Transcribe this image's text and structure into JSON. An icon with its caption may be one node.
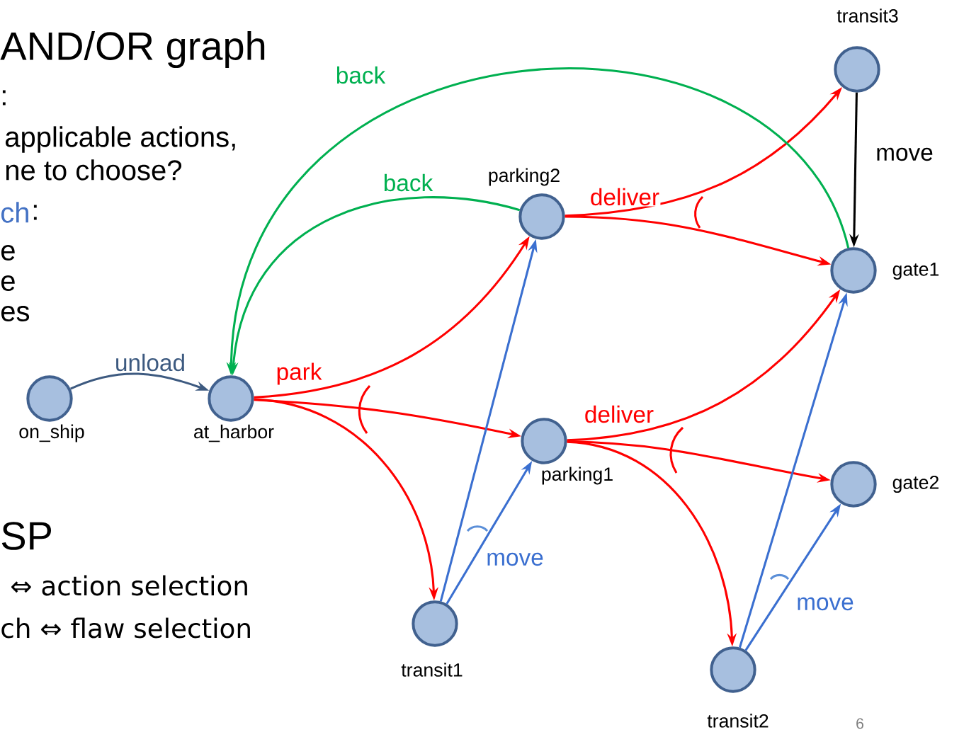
{
  "diagram": {
    "nodes": [
      {
        "text": [],
        "shape": "circle",
        "beside": [
          "on_ship"
        ]
      },
      {
        "text": [],
        "shape": "circle",
        "beside": [
          "at_harbor"
        ]
      },
      {
        "text": [],
        "shape": "circle",
        "beside": [
          "parking2"
        ]
      },
      {
        "text": [],
        "shape": "circle",
        "beside": [
          "parking1"
        ]
      },
      {
        "text": [],
        "shape": "circle",
        "beside": [
          "transit1"
        ]
      },
      {
        "text": [],
        "shape": "circle",
        "beside": [
          "transit3"
        ]
      },
      {
        "text": [],
        "shape": "circle",
        "beside": [
          "gate1"
        ]
      },
      {
        "text": [],
        "shape": "circle",
        "beside": [
          "gate2"
        ]
      },
      {
        "text": [],
        "shape": "circle",
        "beside": [
          "transit2"
        ]
      }
    ],
    "edges": [
      {
        "from": 0,
        "to": 1,
        "arrow": "to",
        "label": "unload",
        "color": "#3d5a80"
      },
      {
        "from": 1,
        "to": 2,
        "arrow": "to",
        "label": "park"
      },
      {
        "from": 1,
        "to": 3,
        "arrow": "to"
      },
      {
        "from": 1,
        "to": 4,
        "arrow": "to"
      },
      {
        "from": 2,
        "to": 5,
        "arrow": "to",
        "label": "deliver"
      },
      {
        "from": 2,
        "to": 6,
        "arrow": "to"
      },
      {
        "from": 3,
        "to": 6,
        "arrow": "to",
        "label": "deliver"
      },
      {
        "from": 3,
        "to": 7,
        "arrow": "to"
      },
      {
        "from": 3,
        "to": 8,
        "arrow": "to"
      },
      {
        "from": 4,
        "to": 2,
        "arrow": "to",
        "color": "#3a6fd0"
      },
      {
        "from": 4,
        "to": 3,
        "arrow": "to",
        "label": "move",
        "color": "#3a6fd0"
      },
      {
        "from": 8,
        "to": 6,
        "arrow": "to",
        "color": "#3a6fd0"
      },
      {
        "from": 8,
        "to": 7,
        "arrow": "to",
        "label": "move",
        "color": "#3a6fd0"
      },
      {
        "from": 5,
        "to": 6,
        "arrow": "to",
        "label": "move",
        "color": "#000000"
      },
      {
        "from": 6,
        "to": 1,
        "arrow": "to",
        "label": "back",
        "color": "#00b050"
      },
      {
        "from": 2,
        "to": 1,
        "arrow": "to",
        "label": "back",
        "color": "#00b050"
      }
    ],
    "labels": [
      "AND/OR graph",
      ":",
      "applicable actions,",
      "ne to choose?",
      "ch",
      ":",
      "e",
      "e",
      "es",
      "SP",
      "⇔ action selection",
      "ch ⇔ flaw selection",
      "6"
    ]
  }
}
